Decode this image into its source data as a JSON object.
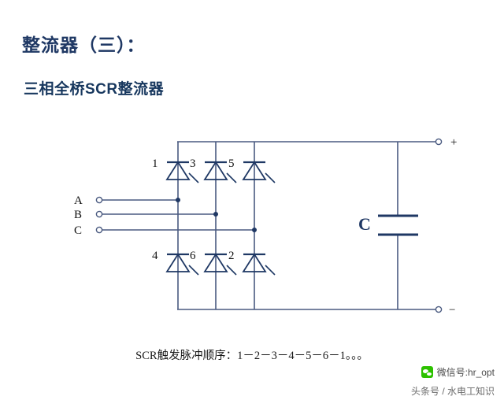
{
  "header": {
    "title_main": "整流器（三）：",
    "title_sub": "三相全桥SCR整流器"
  },
  "diagram": {
    "phase_labels": [
      "A",
      "B",
      "C"
    ],
    "terminal_plus": "+",
    "terminal_minus": "−",
    "capacitor_label": "C",
    "thyristor_numbers_top": [
      "1",
      "3",
      "5"
    ],
    "thyristor_numbers_bottom": [
      "4",
      "6",
      "2"
    ],
    "wire_color": "#4a5a80",
    "device_color": "#1f3864"
  },
  "caption": {
    "text": "SCR触发脉冲顺序：1－2－3－4－5－6－1。。。"
  },
  "watermark": {
    "wechat_text": "微信号:hr_opt",
    "bottom_text": "头条号 / 水电工知识"
  }
}
